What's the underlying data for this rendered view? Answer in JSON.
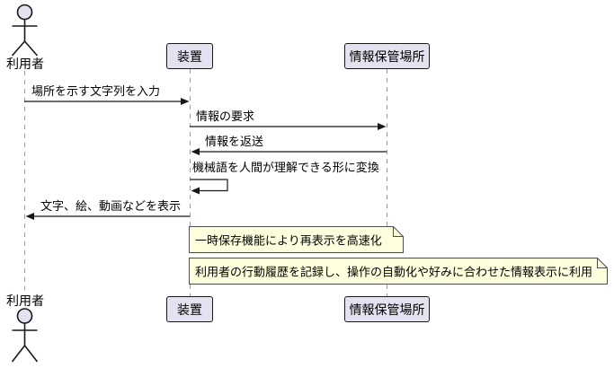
{
  "diagram": {
    "type": "sequence-diagram",
    "actors": {
      "user": {
        "label": "利用者"
      }
    },
    "participants": {
      "device": {
        "label": "装置"
      },
      "storage": {
        "label": "情報保管場所"
      }
    },
    "messages": [
      {
        "label": "場所を示す文字列を入力",
        "from": "利用者",
        "to": "装置",
        "direction": "right"
      },
      {
        "label": "情報の要求",
        "from": "装置",
        "to": "情報保管場所",
        "direction": "right"
      },
      {
        "label": "情報を返送",
        "from": "情報保管場所",
        "to": "装置",
        "direction": "left"
      },
      {
        "label": "機械語を人間が理解できる形に変換",
        "from": "装置",
        "to": "装置",
        "direction": "self"
      },
      {
        "label": "文字、絵、動画などを表示",
        "from": "装置",
        "to": "利用者",
        "direction": "left"
      }
    ],
    "notes": [
      {
        "text": "一時保存機能により再表示を高速化"
      },
      {
        "text": "利用者の行動履歴を記録し、操作の自動化や好みに合わせた情報表示に利用"
      }
    ],
    "colors": {
      "participant_fill": "#E2E2F0",
      "participant_border": "#181818",
      "note_fill": "#FEFFDD",
      "note_border": "#4d4d4d",
      "lifeline": "#999999",
      "arrow": "#181818",
      "background": "#ffffff"
    }
  }
}
